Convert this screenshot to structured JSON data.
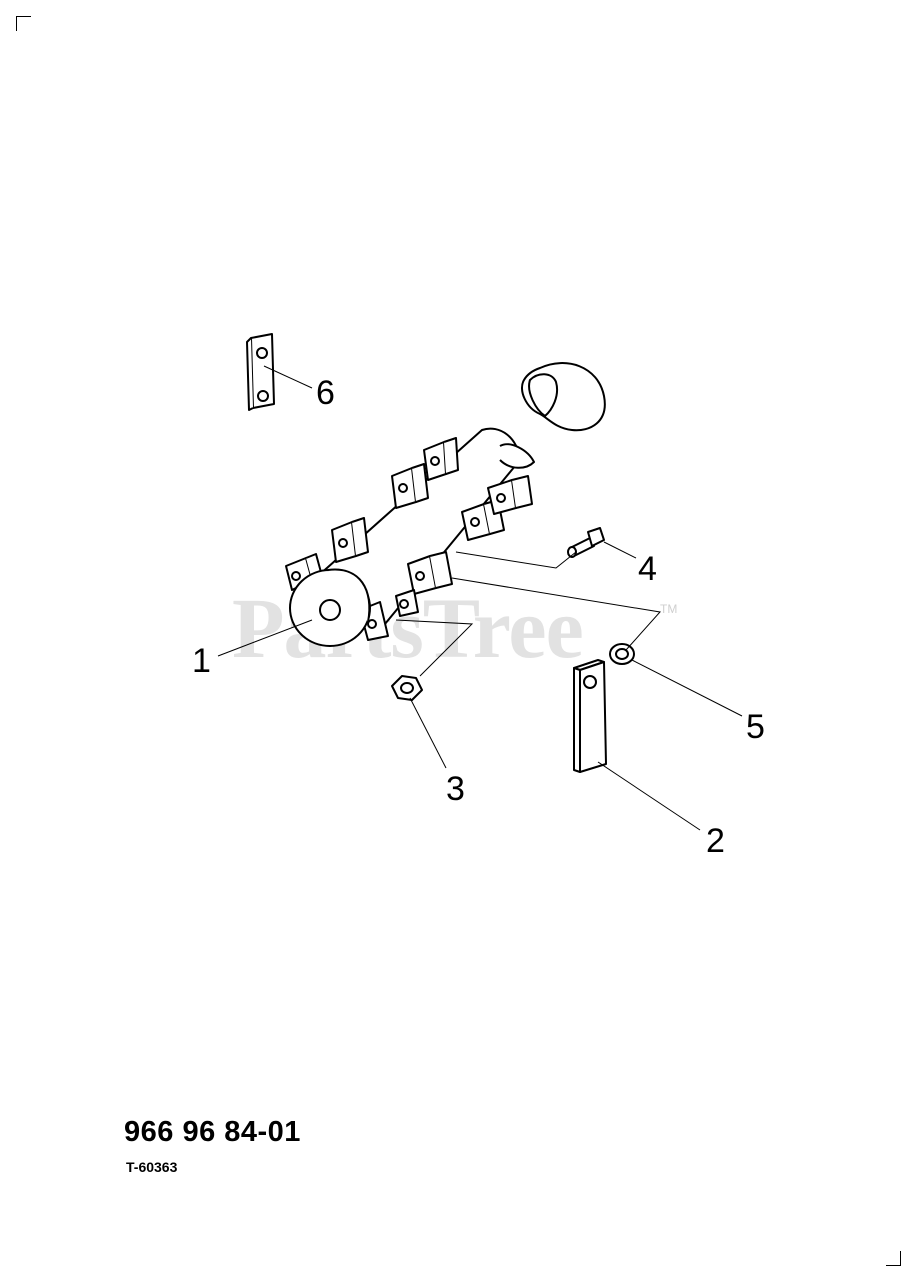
{
  "watermark": {
    "text": "PartsTree",
    "mark": "TM"
  },
  "callouts": [
    {
      "id": "1",
      "label": "1"
    },
    {
      "id": "2",
      "label": "2"
    },
    {
      "id": "3",
      "label": "3"
    },
    {
      "id": "4",
      "label": "4"
    },
    {
      "id": "5",
      "label": "5"
    },
    {
      "id": "6",
      "label": "6"
    }
  ],
  "footer": {
    "part_number": "966 96 84-01",
    "drawing_number": "T-60363"
  }
}
